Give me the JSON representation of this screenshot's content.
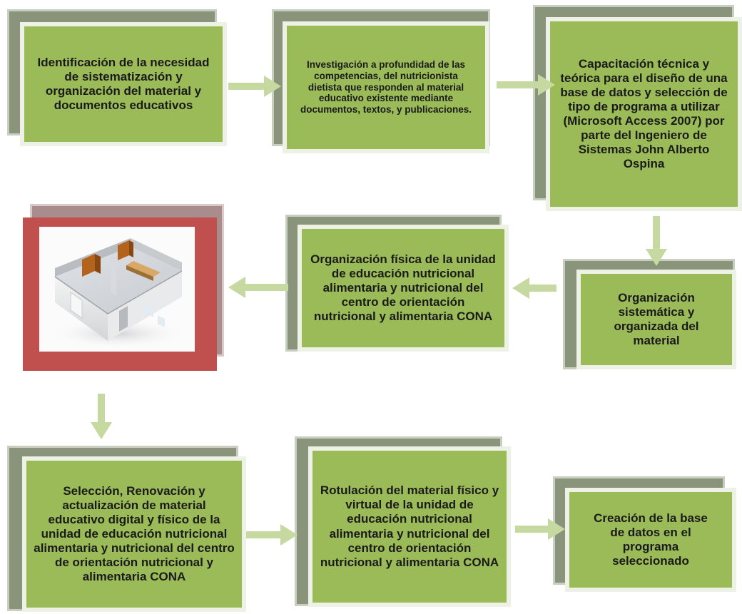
{
  "steps": {
    "s1": "Identificación de la necesidad de sistematización y organización del material y documentos educativos",
    "s2": "Investigación a profundidad de las competencias, del nutricionista dietista que responden al material educativo existente mediante documentos, textos, y publicaciones.",
    "s3": "Capacitación  técnica y teórica para el diseño de una base de datos y selección de tipo de programa a utilizar (Microsoft Access 2007) por parte del Ingeniero de Sistemas John Alberto Ospina",
    "s4": "Organización sistemática y organizada del material",
    "s5": "Organización física de la unidad de educación nutricional alimentaria y nutricional del centro de orientación nutricional y alimentaria CONA",
    "s7": "Selección, Renovación y actualización de material educativo digital y físico de la unidad de educación nutricional alimentaria y nutricional del centro de orientación nutricional y alimentaria CONA",
    "s8": "Rotulación del material físico y virtual de la unidad de educación nutricional alimentaria y nutricional del centro de orientación nutricional y alimentaria CONA",
    "s9": "Creación de la base de datos en el programa seleccionado"
  },
  "colors": {
    "box_fill": "#9bbb59",
    "box_border": "#eef2e6",
    "shadow_box": "#8a947a",
    "arrow": "#c6d9a0",
    "photo_frame": "#c0504d",
    "photo_shadow": "#a98d8d"
  },
  "image": {
    "icon": "room-3d-render"
  }
}
